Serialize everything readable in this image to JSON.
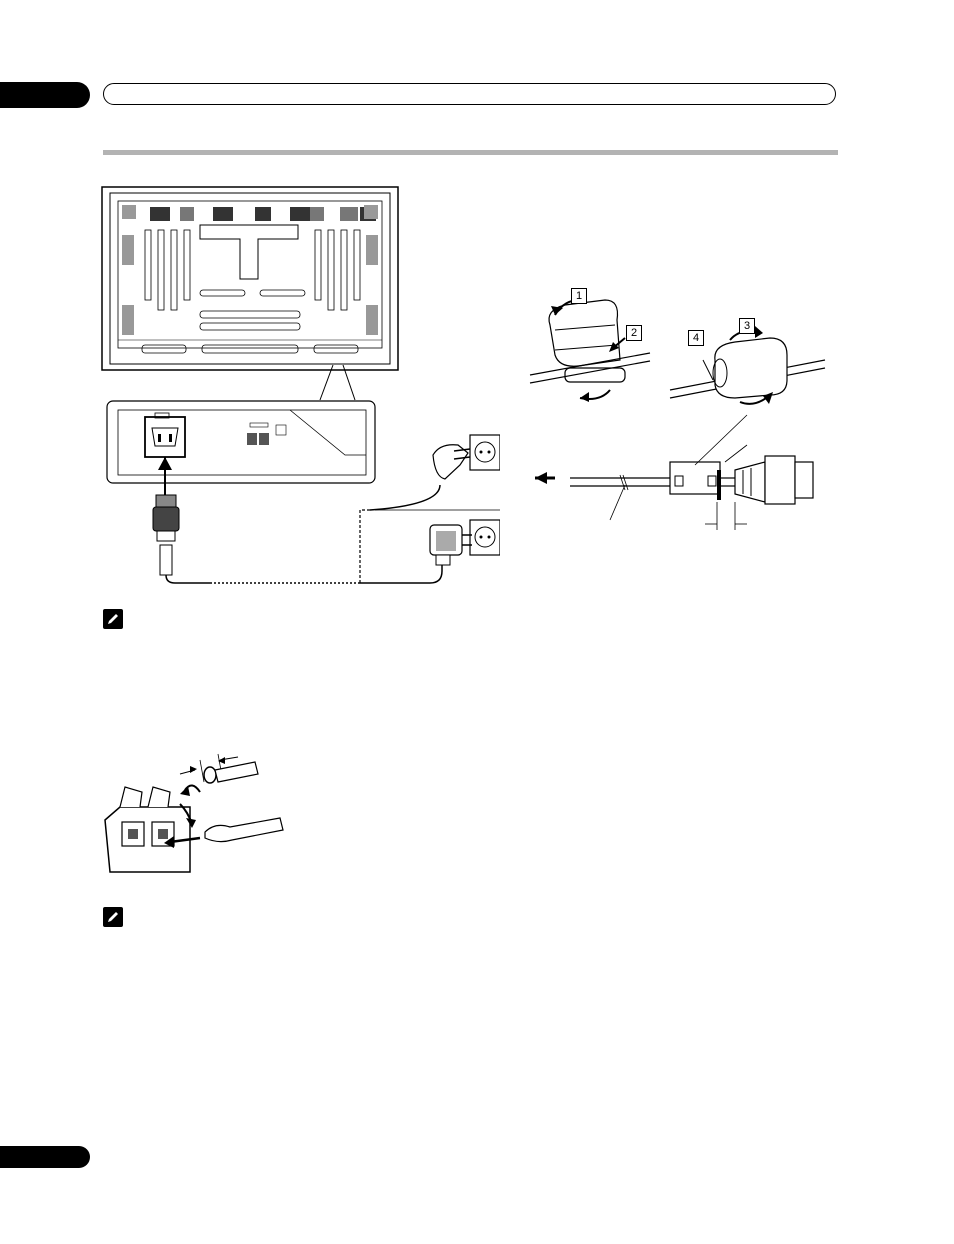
{
  "header": {
    "chapter_tab": "",
    "title": ""
  },
  "footer": {
    "page_tab": ""
  },
  "figures": {
    "core_steps": {
      "step1": "1",
      "step2": "2",
      "step3": "3",
      "step4": "4"
    }
  },
  "icons": [
    "note-icon",
    "power-plug-icon",
    "wall-outlet-icon",
    "ferrite-core-icon",
    "speaker-terminal-icon"
  ],
  "colors": {
    "tab": "#000000",
    "rule": "#b3b3b3"
  }
}
